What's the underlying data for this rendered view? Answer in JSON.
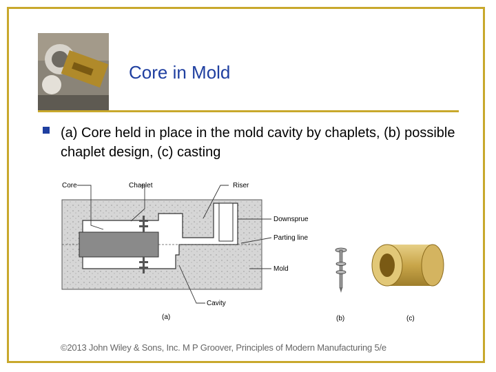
{
  "slide": {
    "title": "Core in Mold",
    "bullet": "(a) Core held in place in the mold cavity by chaplets, (b) possible chaplet design, (c) casting",
    "footer": "©2013 John Wiley & Sons, Inc.  M P Groover, Principles of Modern Manufacturing 5/e"
  },
  "figure": {
    "labels": {
      "core": "Core",
      "chaplet": "Chaplet",
      "riser": "Riser",
      "downsprue": "Downsprue",
      "parting_line": "Parting line",
      "mold": "Mold",
      "cavity": "Cavity"
    },
    "captions": {
      "a": "(a)",
      "b": "(b)",
      "c": "(c)"
    }
  },
  "colors": {
    "frame": "#c8a82c",
    "title": "#1f3fa0",
    "mold": "#d6d6d6",
    "core": "#8a8a8a",
    "casting": "#c9a64a"
  }
}
